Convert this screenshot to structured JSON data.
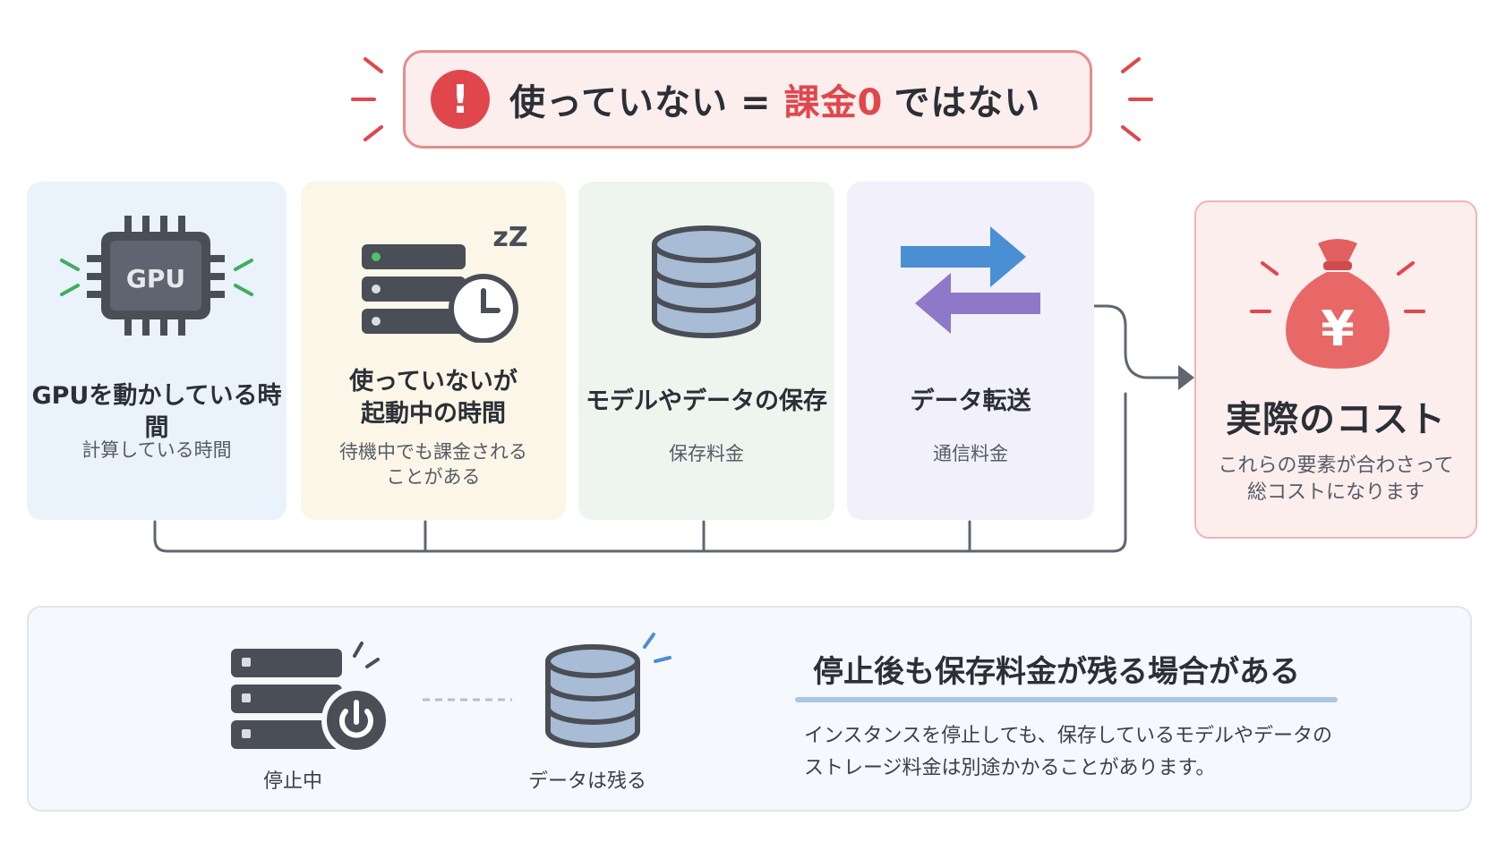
{
  "banner": {
    "icon": "exclamation-icon",
    "text_left": "使っていない",
    "equals": "=",
    "text_highlight": "課金0",
    "text_right": "ではない",
    "accent_color": "#e0474c"
  },
  "cards": [
    {
      "id": "gpu",
      "icon": "gpu-chip-icon",
      "chip_label": "GPU",
      "title": "GPUを動かしている時間",
      "desc": "計算している時間",
      "bg": "#eaf2fb"
    },
    {
      "id": "idle",
      "icon": "idle-server-clock-icon",
      "sleep_label": "zZ",
      "title": "使っていないが\n起動中の時間",
      "desc": "待機中でも課金される\nことがある",
      "bg": "#fcf6e8"
    },
    {
      "id": "storage",
      "icon": "database-icon",
      "title": "モデルやデータの保存",
      "desc": "保存料金",
      "bg": "#edf5ee"
    },
    {
      "id": "transfer",
      "icon": "transfer-arrows-icon",
      "title": "データ転送",
      "desc": "通信料金",
      "bg": "#f1f0fb"
    }
  ],
  "total": {
    "icon": "yen-money-bag-icon",
    "symbol": "¥",
    "title": "実際のコスト",
    "desc": "これらの要素が合わさって\n総コストになります"
  },
  "bottom": {
    "stopped_label": "停止中",
    "stopped_icon": "server-power-icon",
    "data_label": "データは残る",
    "data_icon": "database-icon",
    "heading": "停止後も保存料金が残る場合がある",
    "body": "インスタンスを停止しても、保存しているモデルやデータの\nストレージ料金は別途かかることがあります。"
  }
}
